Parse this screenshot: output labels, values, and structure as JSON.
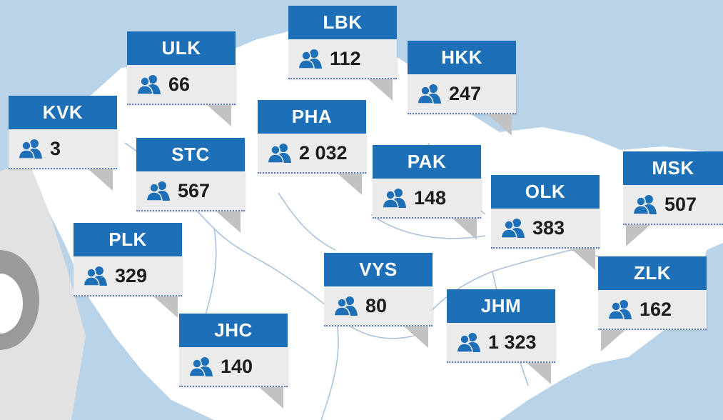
{
  "colors": {
    "sea": "#b9d3e8",
    "land": "#ffffff",
    "label_bg": "#1d6fb8",
    "value_bg": "#ebebeb",
    "icon": "#1d6fb8",
    "tail": "#c2c2c2"
  },
  "icon": "people-icon",
  "regions": [
    {
      "code": "LBK",
      "value": "112"
    },
    {
      "code": "ULK",
      "value": "66"
    },
    {
      "code": "HKK",
      "value": "247"
    },
    {
      "code": "KVK",
      "value": "3"
    },
    {
      "code": "PHA",
      "value": "2 032"
    },
    {
      "code": "STC",
      "value": "567"
    },
    {
      "code": "PAK",
      "value": "148"
    },
    {
      "code": "OLK",
      "value": "383"
    },
    {
      "code": "MSK",
      "value": "507"
    },
    {
      "code": "PLK",
      "value": "329"
    },
    {
      "code": "VYS",
      "value": "80"
    },
    {
      "code": "ZLK",
      "value": "162"
    },
    {
      "code": "JHM",
      "value": "1 323"
    },
    {
      "code": "JHC",
      "value": "140"
    }
  ]
}
